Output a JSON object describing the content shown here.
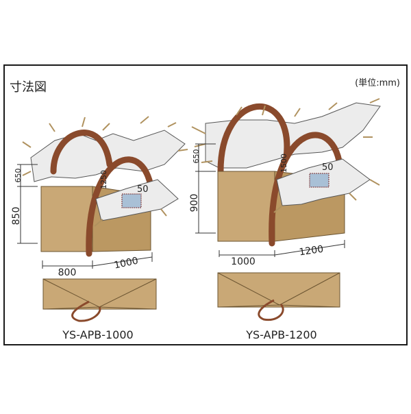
{
  "title": "寸法図",
  "unit": "(単位:mm)",
  "bags": [
    {
      "model": "YS-APB-1000",
      "dims": {
        "top": "650",
        "height": "850",
        "loop": "1250",
        "patch": "50",
        "depth": "800",
        "width": "1000"
      }
    },
    {
      "model": "YS-APB-1200",
      "dims": {
        "top": "650",
        "height": "900",
        "loop": "1500",
        "patch": "50",
        "depth": "1000",
        "width": "1200"
      }
    }
  ],
  "colors": {
    "frame_border": "#1a1a1a",
    "bag_front": "#c9a876",
    "bag_side": "#bb9862",
    "bag_shadow": "#a8854f",
    "fabric": "#ececec",
    "loop": "#8a4a2c",
    "patch": "#a9c0d6",
    "string": "#b0925f"
  }
}
